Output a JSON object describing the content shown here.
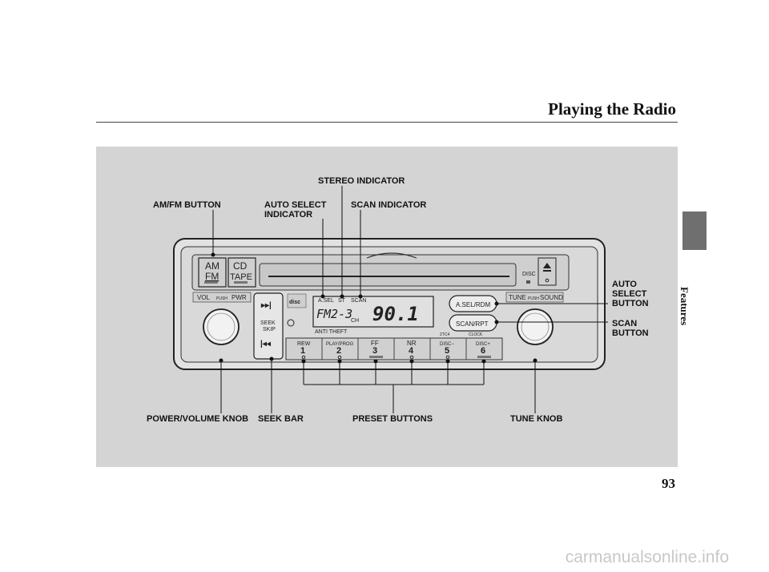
{
  "header": {
    "title": "Playing the Radio",
    "section": "Features",
    "page_number": "93"
  },
  "watermark": "carmanualsonline.info",
  "callouts": {
    "stereo_indicator": "STEREO INDICATOR",
    "am_fm_button": "AM/FM BUTTON",
    "auto_select_indicator": "AUTO SELECT\nINDICATOR",
    "scan_indicator": "SCAN INDICATOR",
    "auto_select_button": "AUTO\nSELECT\nBUTTON",
    "scan_button": "SCAN\nBUTTON",
    "power_volume_knob": "POWER/VOLUME KNOB",
    "seek_bar": "SEEK BAR",
    "preset_buttons": "PRESET BUTTONS",
    "tune_knob": "TUNE KNOB"
  },
  "radio": {
    "am": "AM",
    "fm": "FM",
    "cd": "CD",
    "tape": "TAPE",
    "disc": "DISC",
    "vol": "VOL",
    "push": "PUSH",
    "pwr": "PWR",
    "tune": "TUNE",
    "sound": "SOUND",
    "seek": "SEEK",
    "skip": "SKIP",
    "lcd_asel": "A.SEL",
    "lcd_st": "ST",
    "lcd_scan": "SCAN",
    "lcd_band": "FM2-3",
    "lcd_freq": "90.1",
    "lcd_ch": "CH",
    "anti_theft": "ANTI THEFT",
    "code": "2TC4",
    "clock": "CLOCK",
    "asel_rdm": "A.SEL/RDM",
    "scan_rpt": "SCAN/RPT",
    "presets": [
      {
        "label": "REW",
        "number": "1"
      },
      {
        "label": "PLAY/PROG",
        "number": "2"
      },
      {
        "label": "FF",
        "number": "3"
      },
      {
        "label": "NR",
        "number": "4"
      },
      {
        "label": "DISC−",
        "number": "5"
      },
      {
        "label": "DISC+",
        "number": "6"
      }
    ]
  }
}
